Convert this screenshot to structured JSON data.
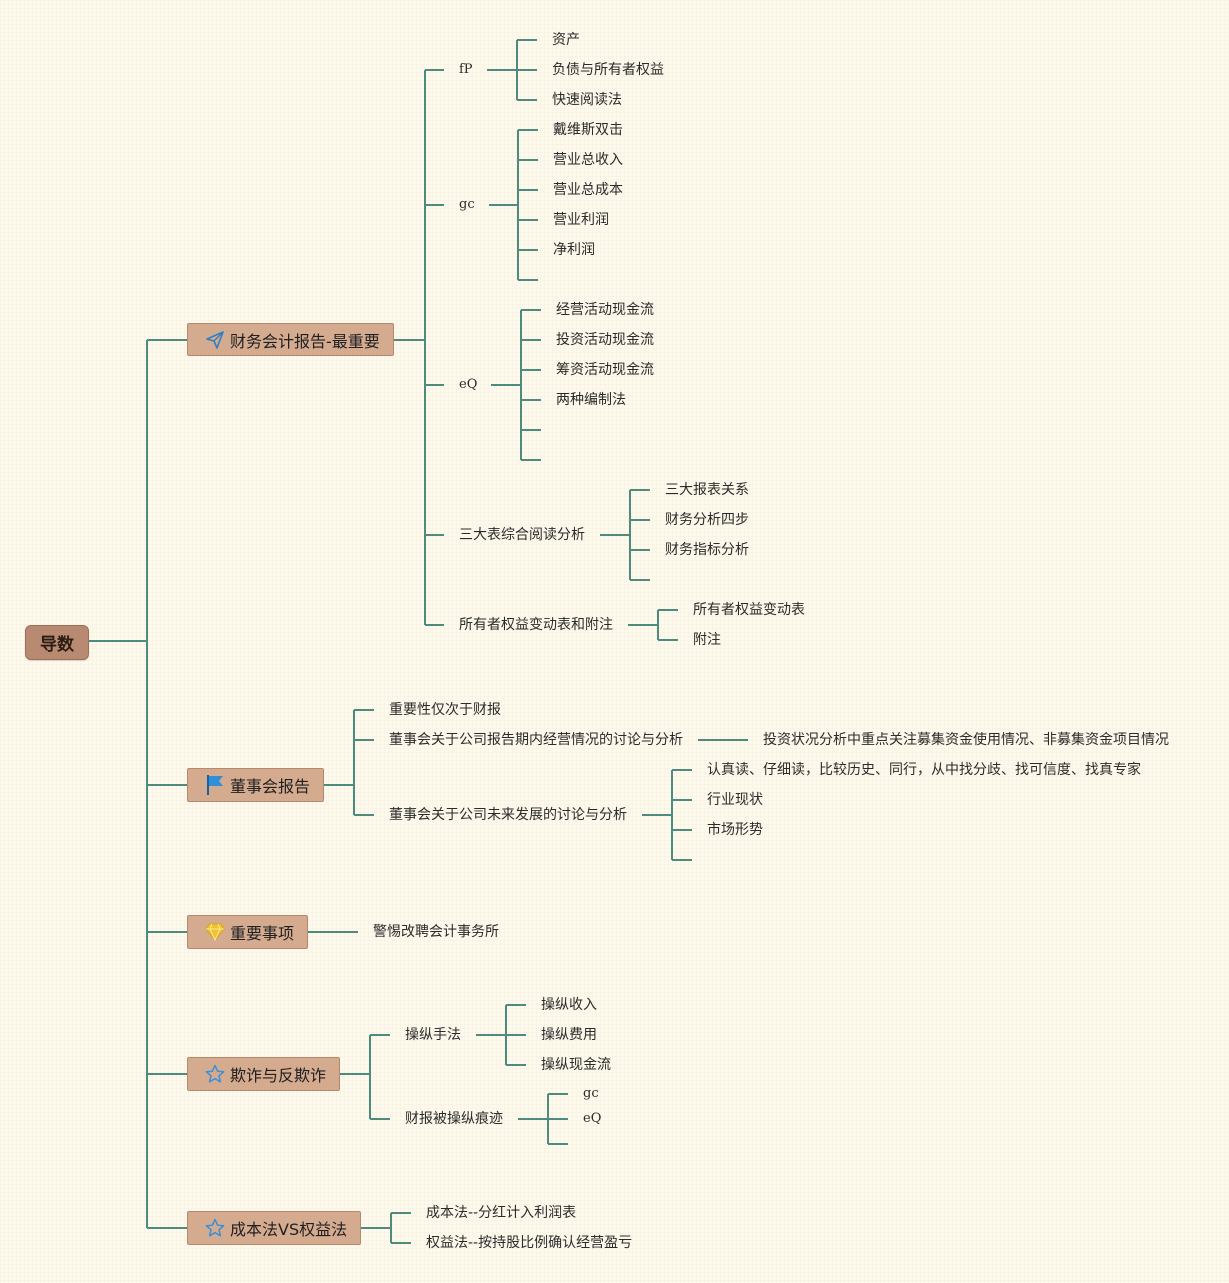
{
  "mindmap": {
    "root": "导数",
    "branches": [
      {
        "label": "财务会计报告-最重要",
        "icon": "paper-plane-icon",
        "children": [
          {
            "label": "fP",
            "children": [
              "资产",
              "负债与所有者权益",
              "快速阅读法"
            ]
          },
          {
            "label": "gc",
            "children": [
              "戴维斯双击",
              "营业总收入",
              "营业总成本",
              "营业利润",
              "净利润",
              ""
            ]
          },
          {
            "label": "eQ",
            "children": [
              "经营活动现金流",
              "投资活动现金流",
              "筹资活动现金流",
              "两种编制法",
              "",
              ""
            ]
          },
          {
            "label": "三大表综合阅读分析",
            "children": [
              "三大报表关系",
              "财务分析四步",
              "财务指标分析",
              ""
            ]
          },
          {
            "label": "所有者权益变动表和附注",
            "children": [
              "所有者权益变动表",
              "附注"
            ]
          }
        ]
      },
      {
        "label": "董事会报告",
        "icon": "flag-icon",
        "children": [
          {
            "label": "重要性仅次于财报",
            "children": []
          },
          {
            "label": "董事会关于公司报告期内经营情况的讨论与分析",
            "children": [
              "投资状况分析中重点关注募集资金使用情况、非募集资金项目情况"
            ]
          },
          {
            "label": "董事会关于公司未来发展的讨论与分析",
            "children": [
              "认真读、仔细读，比较历史、同行，从中找分歧、找可信度、找真专家",
              "行业现状",
              "市场形势",
              ""
            ]
          }
        ]
      },
      {
        "label": "重要事项",
        "icon": "diamond-icon",
        "children": [
          {
            "label": "警惕改聘会计事务所",
            "children": []
          }
        ]
      },
      {
        "label": "欺诈与反欺诈",
        "icon": "star-icon",
        "children": [
          {
            "label": "操纵手法",
            "children": [
              "操纵收入",
              "操纵费用",
              "操纵现金流"
            ]
          },
          {
            "label": "财报被操纵痕迹",
            "children": [
              "gc",
              "eQ",
              ""
            ]
          }
        ]
      },
      {
        "label": "成本法VS权益法",
        "icon": "star-icon",
        "children": [
          {
            "label": "成本法--分红计入利润表",
            "children": []
          },
          {
            "label": "权益法--按持股比例确认经营盈亏",
            "children": []
          }
        ]
      }
    ]
  },
  "colors": {
    "background": "#fdf9ec",
    "connector": "#4f8a7e",
    "root_fill": "#b98a72",
    "branch_fill": "#d5ab90",
    "star": "#3a8fd6",
    "flag": "#2f8fd8",
    "diamond": "#f1c232",
    "plane": "#2f7fc4"
  }
}
